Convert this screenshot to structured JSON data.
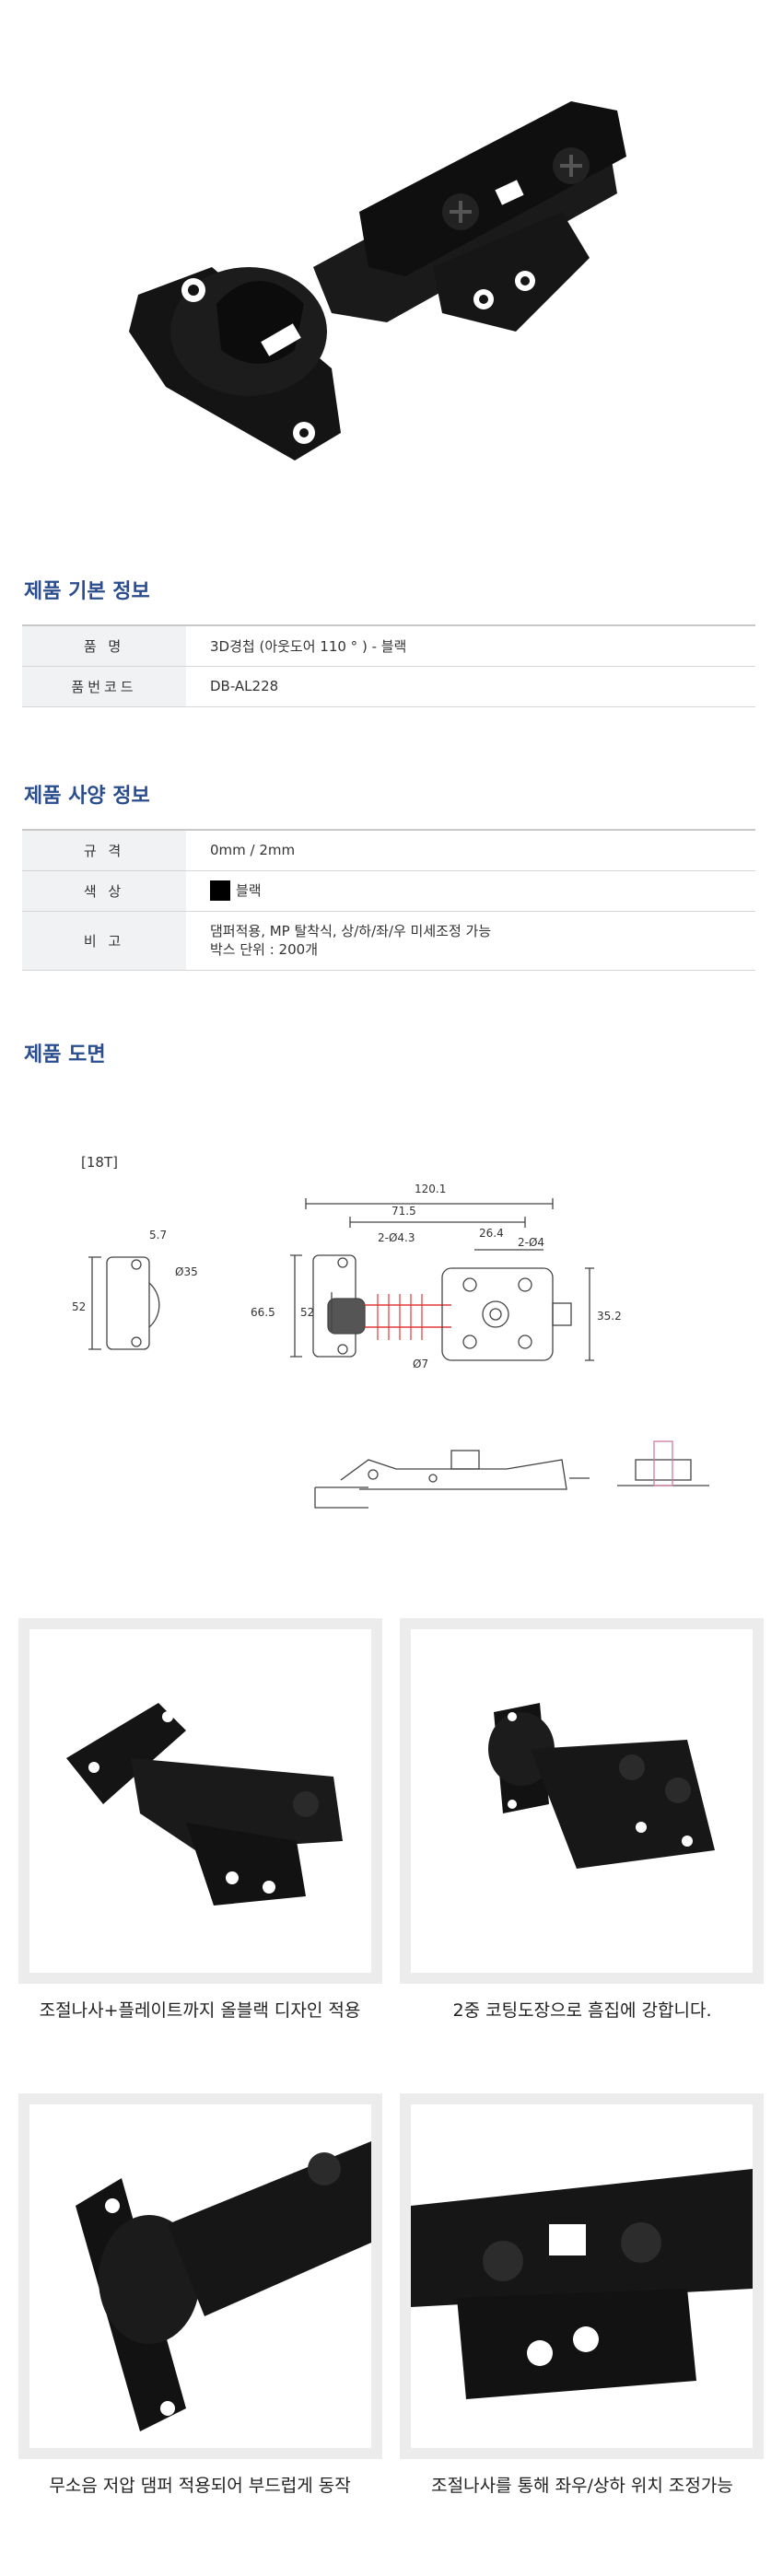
{
  "basic_info": {
    "title": "제품 기본 정보",
    "rows": [
      {
        "key": "품 명",
        "value": "3D경첩 (아웃도어 110 ° ) - 블랙"
      },
      {
        "key": "품번코드",
        "value": "DB-AL228"
      }
    ]
  },
  "spec_info": {
    "title": "제품 사양 정보",
    "size_key": "규 격",
    "size_value": "0mm / 2mm",
    "color_key": "색 상",
    "color_value": "블랙",
    "color_hex": "#000000",
    "note_key": "비 고",
    "note_line1": "댐퍼적용, MP 탈착식, 상/하/좌/우 미세조정 가능",
    "note_line2": "박스 단위 : 200개"
  },
  "drawing": {
    "title": "제품 도면",
    "plate_label": "[18T]",
    "dims": {
      "d1": "5.7",
      "d2": "Ø35",
      "d3": "52",
      "d4": "120.1",
      "d5": "71.5",
      "d6": "2-Ø4.3",
      "d7": "26.4",
      "d8": "2-Ø4",
      "d9": "66.5",
      "d10": "52",
      "d11": "35.2",
      "d12": "Ø7"
    }
  },
  "features": [
    {
      "caption": "조절나사+플레이트까지 올블랙 디자인 적용"
    },
    {
      "caption": "2중 코팅도장으로 흠집에 강합니다."
    },
    {
      "caption": "무소음 저압 댐퍼 적용되어 부드럽게 동작"
    },
    {
      "caption": "조절나사를 통해 좌우/상하 위치 조정가능"
    }
  ],
  "colors": {
    "accent": "#2a4d8f",
    "product": "#111111"
  }
}
